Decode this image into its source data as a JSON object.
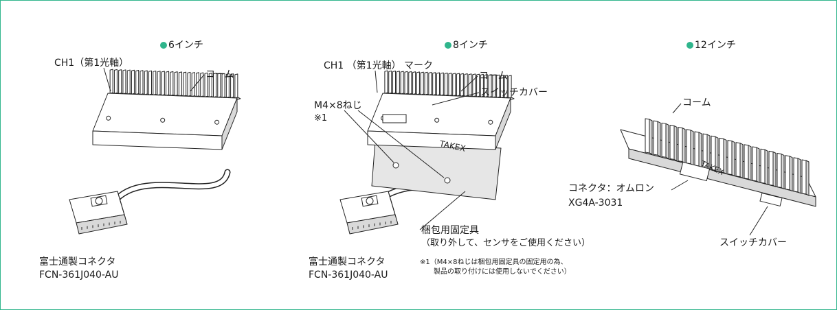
{
  "colors": {
    "accent": "#2fb58c",
    "line": "#222222",
    "fill_light": "#ffffff",
    "fill_shade": "#d9d9d9"
  },
  "panels": [
    {
      "title": "6インチ",
      "labels": {
        "ch1": "CH1（第1光軸）",
        "comb": "コーム",
        "connector_name": "富士通製コネクタ",
        "connector_part": "FCN-361J040-AU"
      }
    },
    {
      "title": "8インチ",
      "labels": {
        "ch1_mark": "CH1 （第1光軸） マーク",
        "comb": "コーム",
        "switch_cover": "スイッチカバー",
        "screw": "M4×8ねじ",
        "note_ref": "※1",
        "fixture": "梱包用固定具",
        "fixture_note": "（取り外して、センサをご使用ください）",
        "connector_name": "富士通製コネクタ",
        "connector_part": "FCN-361J040-AU",
        "footnote_line1": "※1（M4×8ねじは梱包用固定具の固定用の為、",
        "footnote_line2": "製品の取り付けには使用しないでください）",
        "brand": "TAKEX"
      }
    },
    {
      "title": "12インチ",
      "labels": {
        "comb": "コーム",
        "connector_name": "コネクタ：オムロン",
        "connector_part": "XG4A-3031",
        "switch_cover": "スイッチカバー",
        "brand": "TAKEX"
      }
    }
  ]
}
